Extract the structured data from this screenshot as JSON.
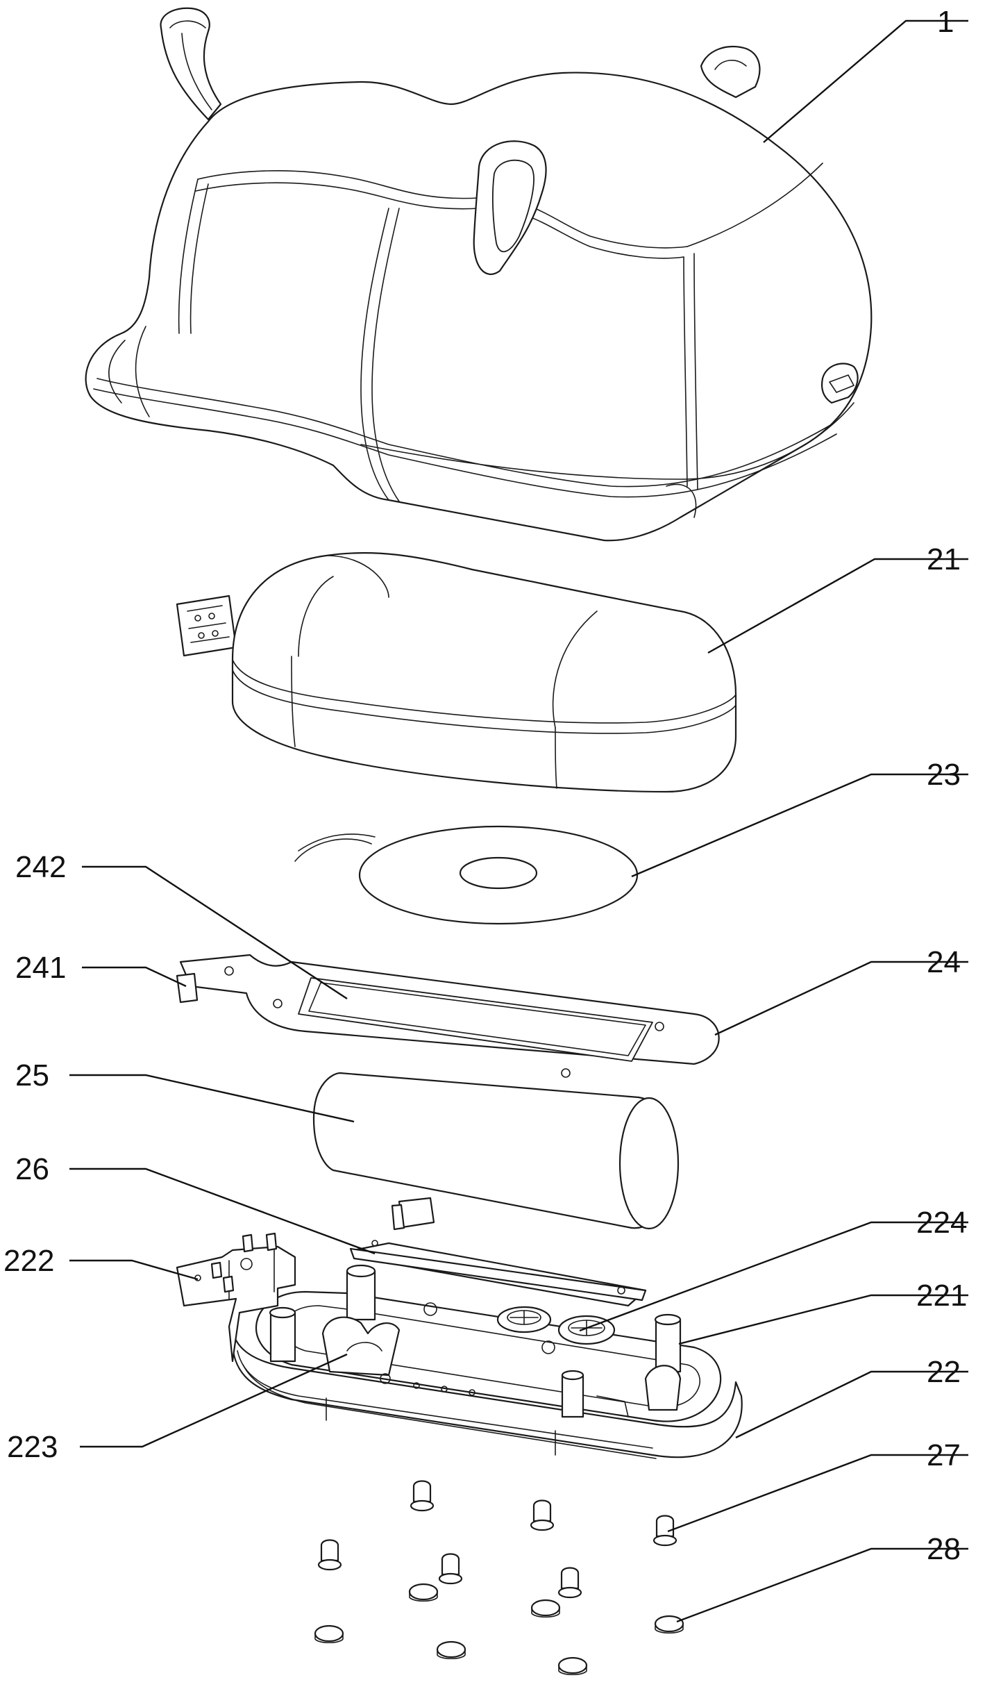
{
  "labels": {
    "l1": "1",
    "l21": "21",
    "l23": "23",
    "l242": "242",
    "l241": "241",
    "l24": "24",
    "l25": "25",
    "l26": "26",
    "l224": "224",
    "l222": "222",
    "l221": "221",
    "l22": "22",
    "l223": "223",
    "l27": "27",
    "l28": "28"
  },
  "colors": {
    "line": "#1a1a1a",
    "background": "#ffffff"
  }
}
